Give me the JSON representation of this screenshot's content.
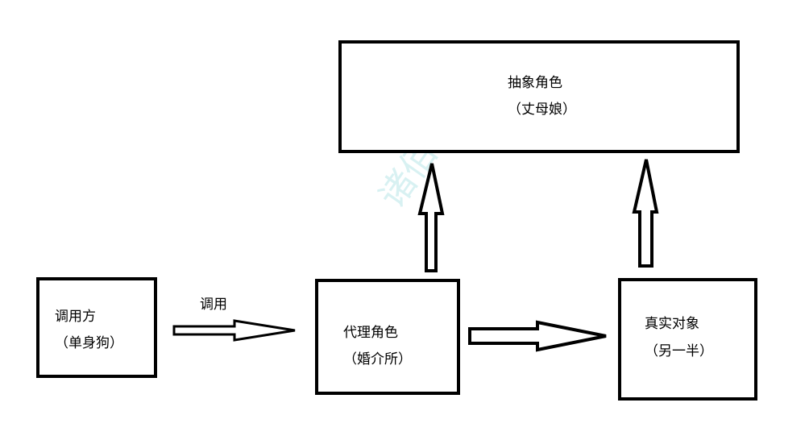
{
  "nodes": {
    "abstract_role": {
      "title": "抽象角色",
      "subtitle": "（丈母娘）"
    },
    "caller": {
      "title": "调用方",
      "subtitle": "（单身狗）"
    },
    "proxy_role": {
      "title": "代理角色",
      "subtitle": "（婚介所）"
    },
    "real_object": {
      "title": "真实对象",
      "subtitle": "（另一半）"
    }
  },
  "edges": {
    "caller_to_proxy": {
      "label": "调用"
    }
  },
  "watermark": {
    "text": "诸佰"
  }
}
